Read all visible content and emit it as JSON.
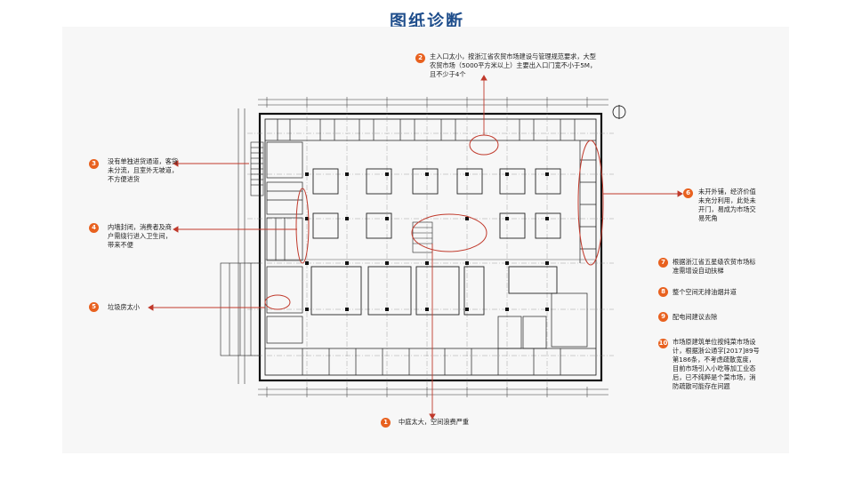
{
  "title": "图纸诊断",
  "colors": {
    "accent": "#e8611f",
    "title": "#1f4e8c",
    "callout_line": "#c0392b"
  },
  "notes": {
    "n1": {
      "num": "1",
      "text": "中庭太大，空间浪费严重"
    },
    "n2": {
      "num": "2",
      "text": "主入口太小，按浙江省农贸市场建设与管理规范要求，大型农贸市场（5000平方米以上）主要出入口门宽不小于5M，且不少于4个"
    },
    "n3": {
      "num": "3",
      "text": "没有单独进货通道，客货未分流，且室外无坡道，不方便进货"
    },
    "n4": {
      "num": "4",
      "text": "内墙封闭，消费者及商户需绕行进入卫生间，带来不便"
    },
    "n5": {
      "num": "5",
      "text": "垃圾房太小"
    },
    "n6": {
      "num": "6",
      "text": "未开外铺，经济价值未充分利用，此处未开门，易成为市场交易死角"
    },
    "n7": {
      "num": "7",
      "text": "根据浙江省五星级农贸市场标准需增设自动扶梯"
    },
    "n8": {
      "num": "8",
      "text": "整个空间无排油烟井道"
    },
    "n9": {
      "num": "9",
      "text": "配电间建议去除"
    },
    "n10": {
      "num": "10",
      "text": "市场原建筑单位按纯菜市场设计，根据浙公通字[2017]89号第186条，不考虑疏散宽度，目前市场引入小吃等加工业态后，已不纯粹是个菜市场，消防疏散可能存在问题"
    }
  }
}
